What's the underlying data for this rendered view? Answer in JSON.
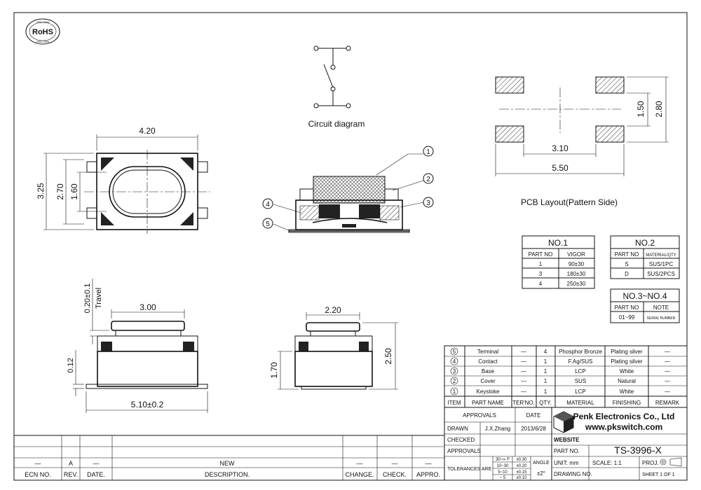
{
  "rohs": {
    "label": "RoHS",
    "ring_top": "2002 2006",
    "ring_bottom": "2002 2006"
  },
  "circuit": {
    "caption": "Circuit diagram"
  },
  "top_view": {
    "width_dim": "4.20",
    "height_dim": "3.25",
    "inner_dim": "2.70",
    "oval_dim": "1.60"
  },
  "section": {
    "callouts": [
      "1",
      "2",
      "3",
      "4",
      "5"
    ]
  },
  "pcb": {
    "dim_310": "3.10",
    "dim_550": "5.50",
    "dim_150": "1.50",
    "dim_280": "2.80",
    "caption": "PCB Layout(Pattern Side)"
  },
  "front_view": {
    "top_dim": "3.00",
    "travel_dim": "0.20±0.1",
    "travel_label": "Travel",
    "base_dim": "0.12",
    "width_dim": "5.10±0.2"
  },
  "side_view": {
    "top_dim": "2.20",
    "h1": "1.70",
    "h2": "2.50"
  },
  "table_no1": {
    "title": "NO.1",
    "headers": [
      "PART NO",
      "VIGOR"
    ],
    "rows": [
      [
        "1",
        "90±30"
      ],
      [
        "3",
        "180±30"
      ],
      [
        "4",
        "250±30"
      ]
    ]
  },
  "table_no2": {
    "title": "NO.2",
    "headers": [
      "PART NO",
      "MATERIAL/QTY"
    ],
    "rows": [
      [
        "S",
        "SUS/1PC"
      ],
      [
        "D",
        "SUS/2PCS"
      ]
    ]
  },
  "table_no34": {
    "title": "NO.3~NO.4",
    "headers": [
      "PART NO",
      "NOTE"
    ],
    "rows": [
      [
        "01~99",
        "SERIAL NUMBER"
      ]
    ]
  },
  "bom": {
    "rows": [
      {
        "item": "5",
        "name": "Terminal",
        "ter": "—",
        "qty": "4",
        "material": "Phosphor Bronze",
        "finish": "Plating silver",
        "remark": "—"
      },
      {
        "item": "4",
        "name": "Contact",
        "ter": "—",
        "qty": "1",
        "material": "F.Ag/SUS",
        "finish": "Plating silver",
        "remark": "—"
      },
      {
        "item": "3",
        "name": "Base",
        "ter": "—",
        "qty": "1",
        "material": "LCP",
        "finish": "White",
        "remark": "—"
      },
      {
        "item": "2",
        "name": "Cover",
        "ter": "—",
        "qty": "1",
        "material": "SUS",
        "finish": "Natural",
        "remark": "—"
      },
      {
        "item": "1",
        "name": "Keystoke",
        "ter": "—",
        "qty": "1",
        "material": "LCP",
        "finish": "White",
        "remark": "—"
      }
    ],
    "headers": [
      "ITEM",
      "PART NAME",
      "TER'NO.",
      "QTY.",
      "MATERIAL",
      "FINISHING",
      "REMARK"
    ]
  },
  "title_block": {
    "approvals": "APPROVALS",
    "date": "DATE",
    "drawn": "DRAWN",
    "drawn_by": "J.X.Zhang",
    "drawn_date": "2013/6/28",
    "checked": "CHECKED",
    "approvals2": "APPROVALS",
    "company": "Penk Electronics Co., Ltd",
    "website": "www.pkswitch.com",
    "website_label": "WEBSITE",
    "part_no_label": "PART NO.",
    "part_no": "TS-3996-X",
    "tolerances_label": "TOLERANCES ARE",
    "tol_rows": [
      [
        "30~∞ F",
        "±0.30"
      ],
      [
        "10~30",
        "±0.20"
      ],
      [
        "5~10",
        "±0.15"
      ],
      [
        "~ 5",
        "±0.10"
      ]
    ],
    "angle_label": "ANGLE",
    "angle_value": "±2°",
    "unit": "UNIT: mm",
    "scale": "SCALE: 1:1",
    "proj": "PROJ.",
    "drawing_no": "DRAWING NO.",
    "sheet": "SHEET 1 OF 1"
  },
  "revision": {
    "row_ecn": "—",
    "row_rev": "A",
    "row_date": "—",
    "row_desc": "NEW",
    "row_change": "—",
    "row_check": "—",
    "row_appro": "—",
    "headers": [
      "ECN NO.",
      "REV.",
      "DATE.",
      "DESCRIPTION.",
      "CHANGE.",
      "CHECK.",
      "APPRO."
    ]
  }
}
